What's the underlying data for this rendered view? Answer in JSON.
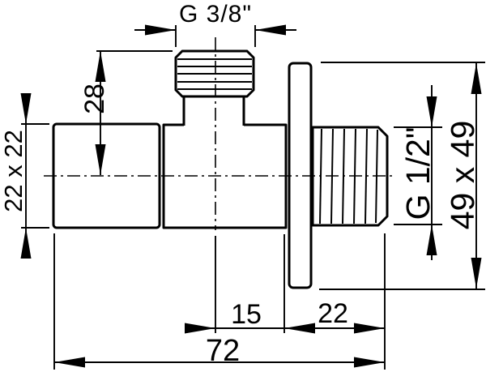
{
  "figure": {
    "type": "technical-drawing",
    "background_color": "#ffffff",
    "line_color": "#000000"
  },
  "dimensions": {
    "top_thread_label": "G 3/8\"",
    "axis_to_thread_top": "28",
    "handle_cross_section": "22 x 22",
    "side_thread_label": "G 1/2\"",
    "flange_cross_section": "49 x 49",
    "axis_to_wall": "15",
    "wall_to_thread_end": "22",
    "overall_length": "72"
  }
}
